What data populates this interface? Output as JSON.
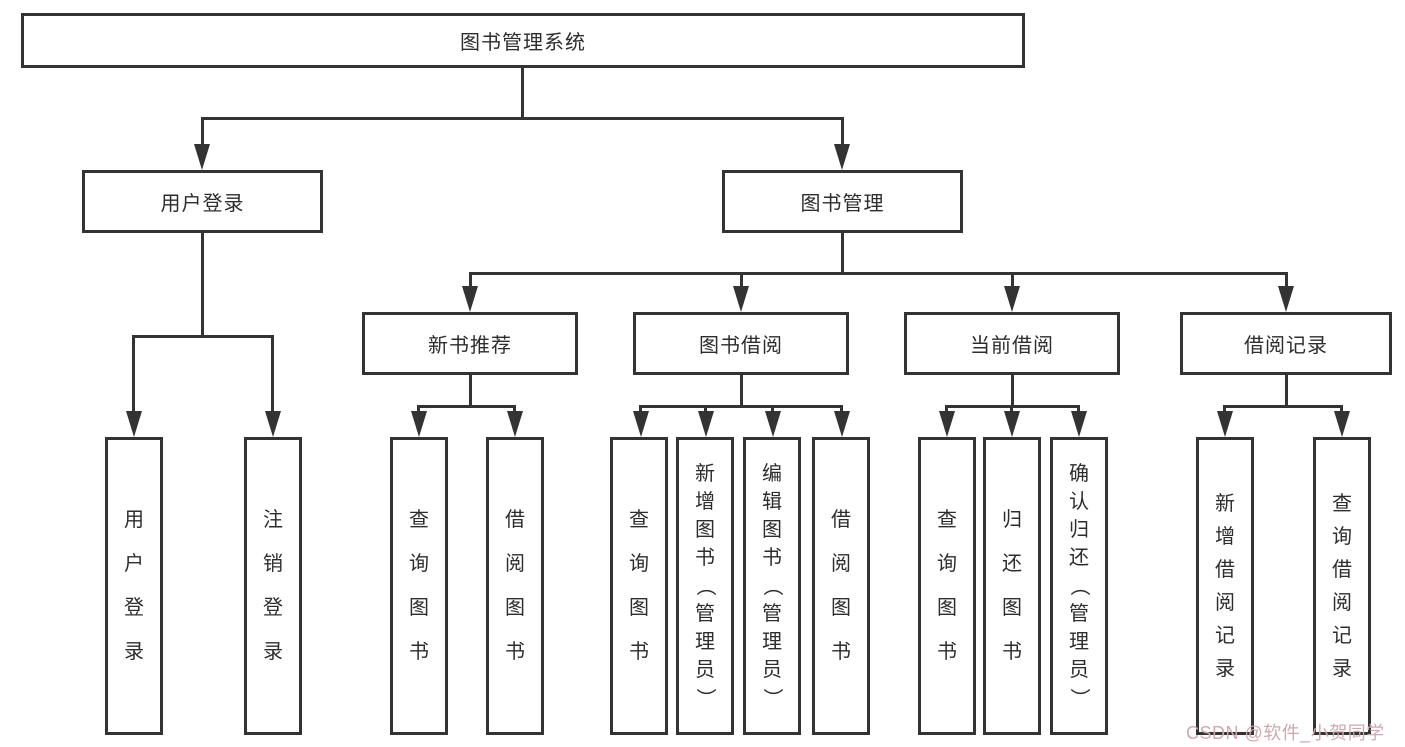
{
  "title": "图书管理系统",
  "level1": [
    {
      "label": "用户登录",
      "children": [
        "用户登录",
        "注销登录"
      ]
    },
    {
      "label": "图书管理",
      "children": [
        {
          "label": "新书推荐",
          "children": [
            "查询图书",
            "借阅图书"
          ]
        },
        {
          "label": "图书借阅",
          "children": [
            "查询图书",
            "新增图书（管理员）",
            "编辑图书（管理员）",
            "借阅图书"
          ]
        },
        {
          "label": "当前借阅",
          "children": [
            "查询图书",
            "归还图书",
            "确认归还（管理员）"
          ]
        },
        {
          "label": "借阅记录",
          "children": [
            "新增借阅记录",
            "查询借阅记录"
          ]
        }
      ]
    }
  ],
  "watermark": {
    "text": "CSDN @软件_小贺同学",
    "color": "#cfa9b0"
  },
  "line_color": "#333333"
}
